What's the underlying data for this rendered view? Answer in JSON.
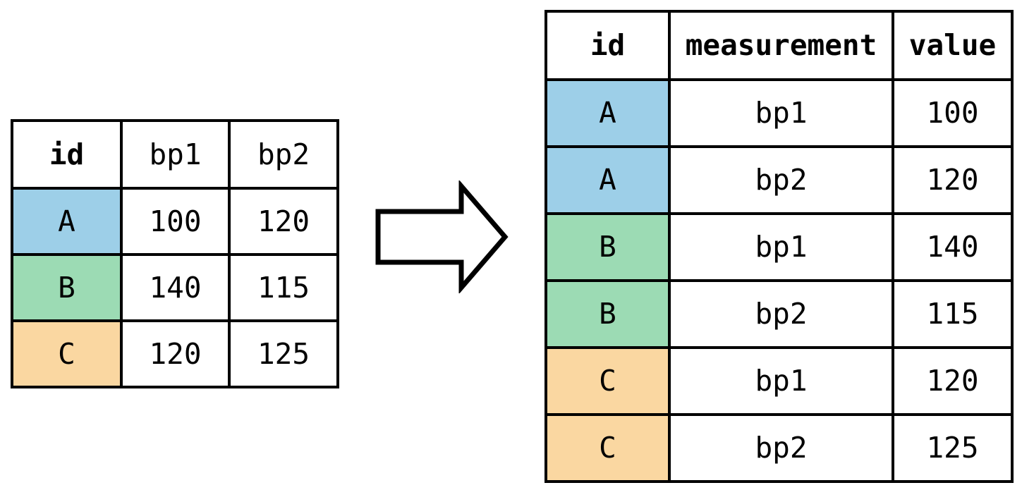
{
  "colors": {
    "blue": "#9DCFE8",
    "green": "#9CDBB4",
    "orange": "#FAD7A1",
    "border": "#000000"
  },
  "left_table": {
    "columns": [
      "id",
      "bp1",
      "bp2"
    ],
    "rows": [
      {
        "tint": "blue",
        "cells": [
          "A",
          "100",
          "120"
        ]
      },
      {
        "tint": "green",
        "cells": [
          "B",
          "140",
          "115"
        ]
      },
      {
        "tint": "orange",
        "cells": [
          "C",
          "120",
          "125"
        ]
      }
    ]
  },
  "arrow": {
    "icon": "block-arrow-right"
  },
  "right_table": {
    "columns": [
      "id",
      "measurement",
      "value"
    ],
    "rows": [
      {
        "tint": "blue",
        "cells": [
          "A",
          "bp1",
          "100"
        ]
      },
      {
        "tint": "blue",
        "cells": [
          "A",
          "bp2",
          "120"
        ]
      },
      {
        "tint": "green",
        "cells": [
          "B",
          "bp1",
          "140"
        ]
      },
      {
        "tint": "green",
        "cells": [
          "B",
          "bp2",
          "115"
        ]
      },
      {
        "tint": "orange",
        "cells": [
          "C",
          "bp1",
          "120"
        ]
      },
      {
        "tint": "orange",
        "cells": [
          "C",
          "bp2",
          "125"
        ]
      }
    ]
  }
}
